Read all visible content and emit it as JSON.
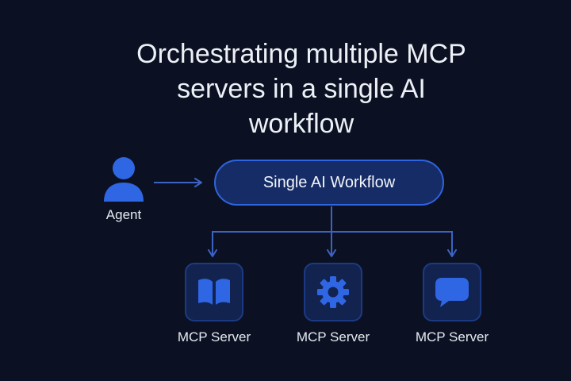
{
  "title": {
    "line1": "Orchestrating multiple MCP",
    "line2": "servers in a single AI",
    "line3": "workflow"
  },
  "agent": {
    "label": "Agent",
    "icon": "person-icon"
  },
  "workflow": {
    "label": "Single AI Workflow"
  },
  "servers": [
    {
      "label": "MCP Server",
      "icon": "book-icon"
    },
    {
      "label": "MCP Server",
      "icon": "gear-icon"
    },
    {
      "label": "MCP Server",
      "icon": "chat-bubble-icon"
    }
  ],
  "colors": {
    "background": "#0b1122",
    "accent": "#2f63e0",
    "box_fill": "#162c66",
    "tile_fill": "#13234f",
    "connector": "#3c63c4"
  }
}
